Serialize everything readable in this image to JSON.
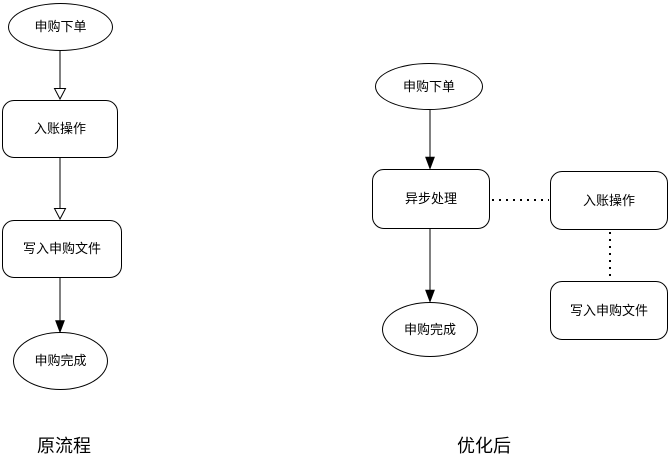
{
  "diagram": {
    "colors": {
      "stroke": "#000000",
      "fill": "#ffffff",
      "text": "#000000"
    },
    "left": {
      "caption": "原流程",
      "nodes": {
        "start": {
          "label": "申购下单",
          "shape": "ellipse"
        },
        "book": {
          "label": "入账操作",
          "shape": "rounded-rect"
        },
        "write": {
          "label": "写入申购文件",
          "shape": "rounded-rect"
        },
        "done": {
          "label": "申购完成",
          "shape": "ellipse"
        }
      },
      "edges": [
        {
          "from": "start",
          "to": "book",
          "style": "line",
          "arrowhead": "hollow-triangle"
        },
        {
          "from": "book",
          "to": "write",
          "style": "line",
          "arrowhead": "hollow-triangle"
        },
        {
          "from": "write",
          "to": "done",
          "style": "line",
          "arrowhead": "solid-triangle"
        }
      ]
    },
    "right": {
      "caption": "优化后",
      "nodes": {
        "start": {
          "label": "申购下单",
          "shape": "ellipse"
        },
        "async": {
          "label": "异步处理",
          "shape": "rounded-rect"
        },
        "book": {
          "label": "入账操作",
          "shape": "rounded-rect"
        },
        "write": {
          "label": "写入申购文件",
          "shape": "rounded-rect"
        },
        "done": {
          "label": "申购完成",
          "shape": "ellipse"
        }
      },
      "edges": [
        {
          "from": "start",
          "to": "async",
          "style": "line",
          "arrowhead": "solid-triangle"
        },
        {
          "from": "async",
          "to": "done",
          "style": "line",
          "arrowhead": "solid-triangle"
        },
        {
          "from": "async",
          "to": "book",
          "style": "dotted",
          "arrowhead": "none"
        },
        {
          "from": "book",
          "to": "write",
          "style": "dotted",
          "arrowhead": "none"
        }
      ]
    }
  }
}
